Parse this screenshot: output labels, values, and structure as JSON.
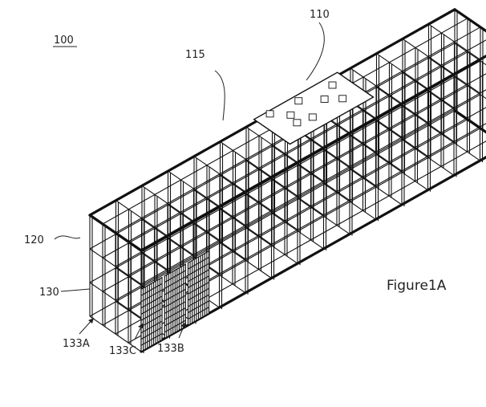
{
  "labels": {
    "ref_100": "100",
    "ref_110": "110",
    "ref_115": "115",
    "ref_120": "120",
    "ref_130": "130",
    "ref_133a": "133A",
    "ref_133c": "133C",
    "ref_133b": "133B",
    "figure_caption": "Figure1A"
  },
  "colors": {
    "line": "#111111",
    "text": "#222222",
    "background": "#ffffff"
  }
}
